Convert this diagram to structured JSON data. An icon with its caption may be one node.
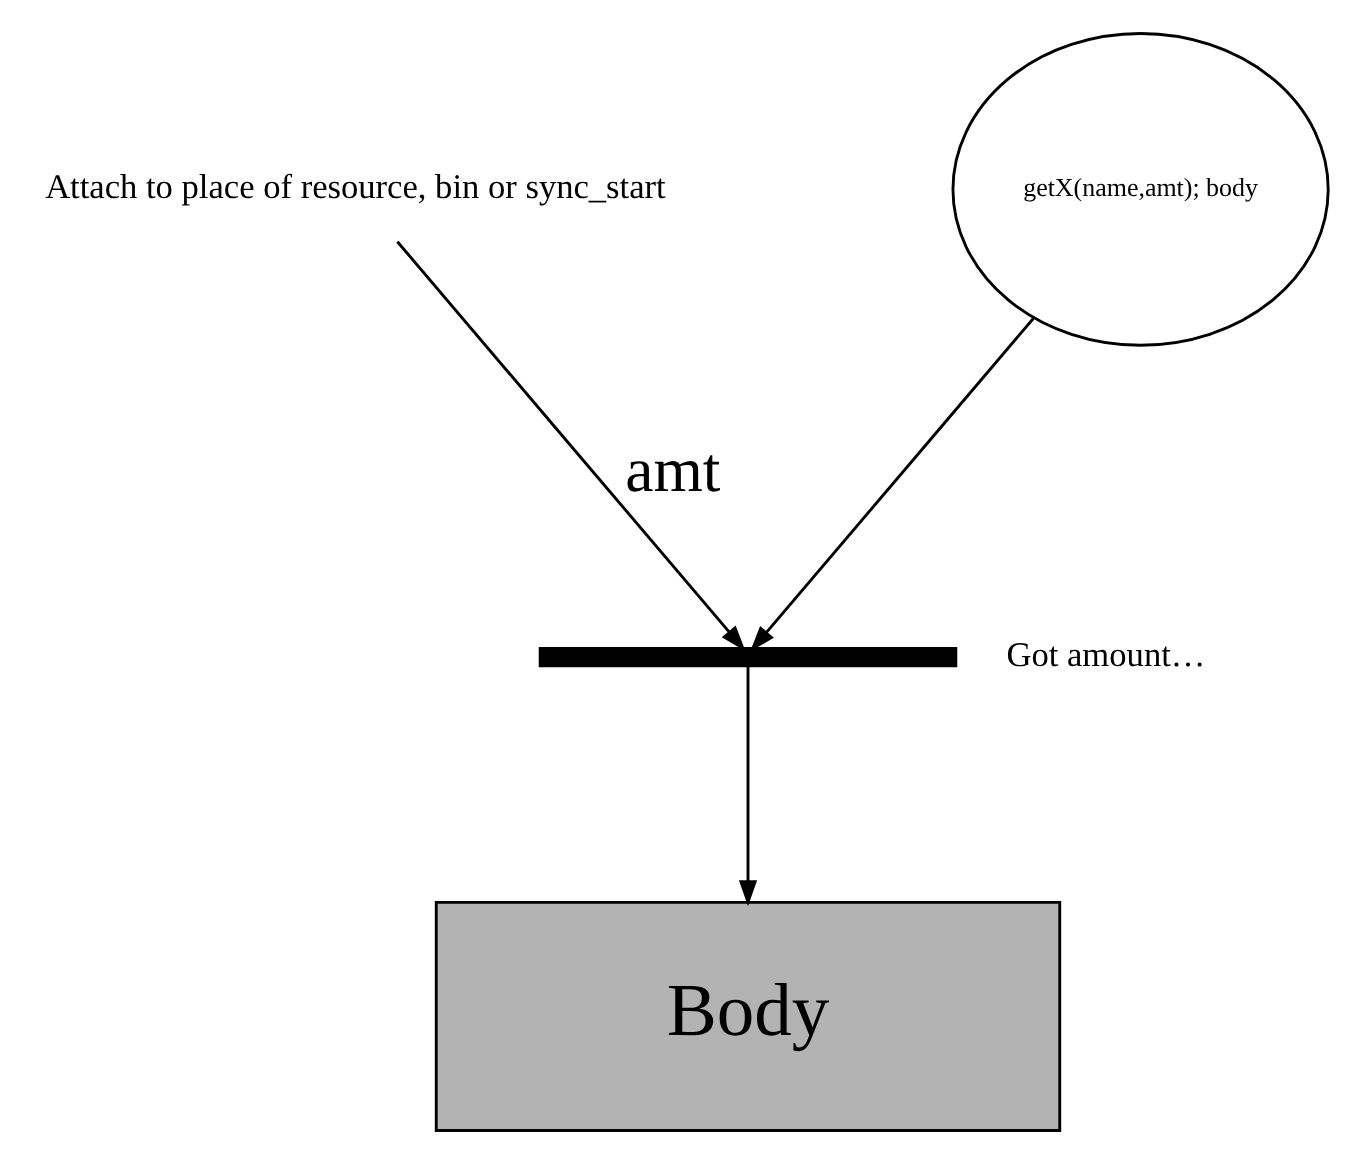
{
  "diagram": {
    "nodes": [
      {
        "text": [
          "Attach to place of resource, bin or sync_start"
        ]
      },
      {
        "text": [
          "getX(name,amt); body"
        ]
      },
      {
        "text": [],
        "shape": "bar",
        "beside": [
          "Got amount…"
        ]
      },
      {
        "text": [
          "Body"
        ]
      }
    ],
    "edges": [
      {
        "from": 0,
        "to": 2,
        "arrow": "to",
        "label": "amt"
      },
      {
        "from": 1,
        "to": 2,
        "arrow": "to"
      },
      {
        "from": 2,
        "to": 3,
        "arrow": "to"
      }
    ]
  }
}
